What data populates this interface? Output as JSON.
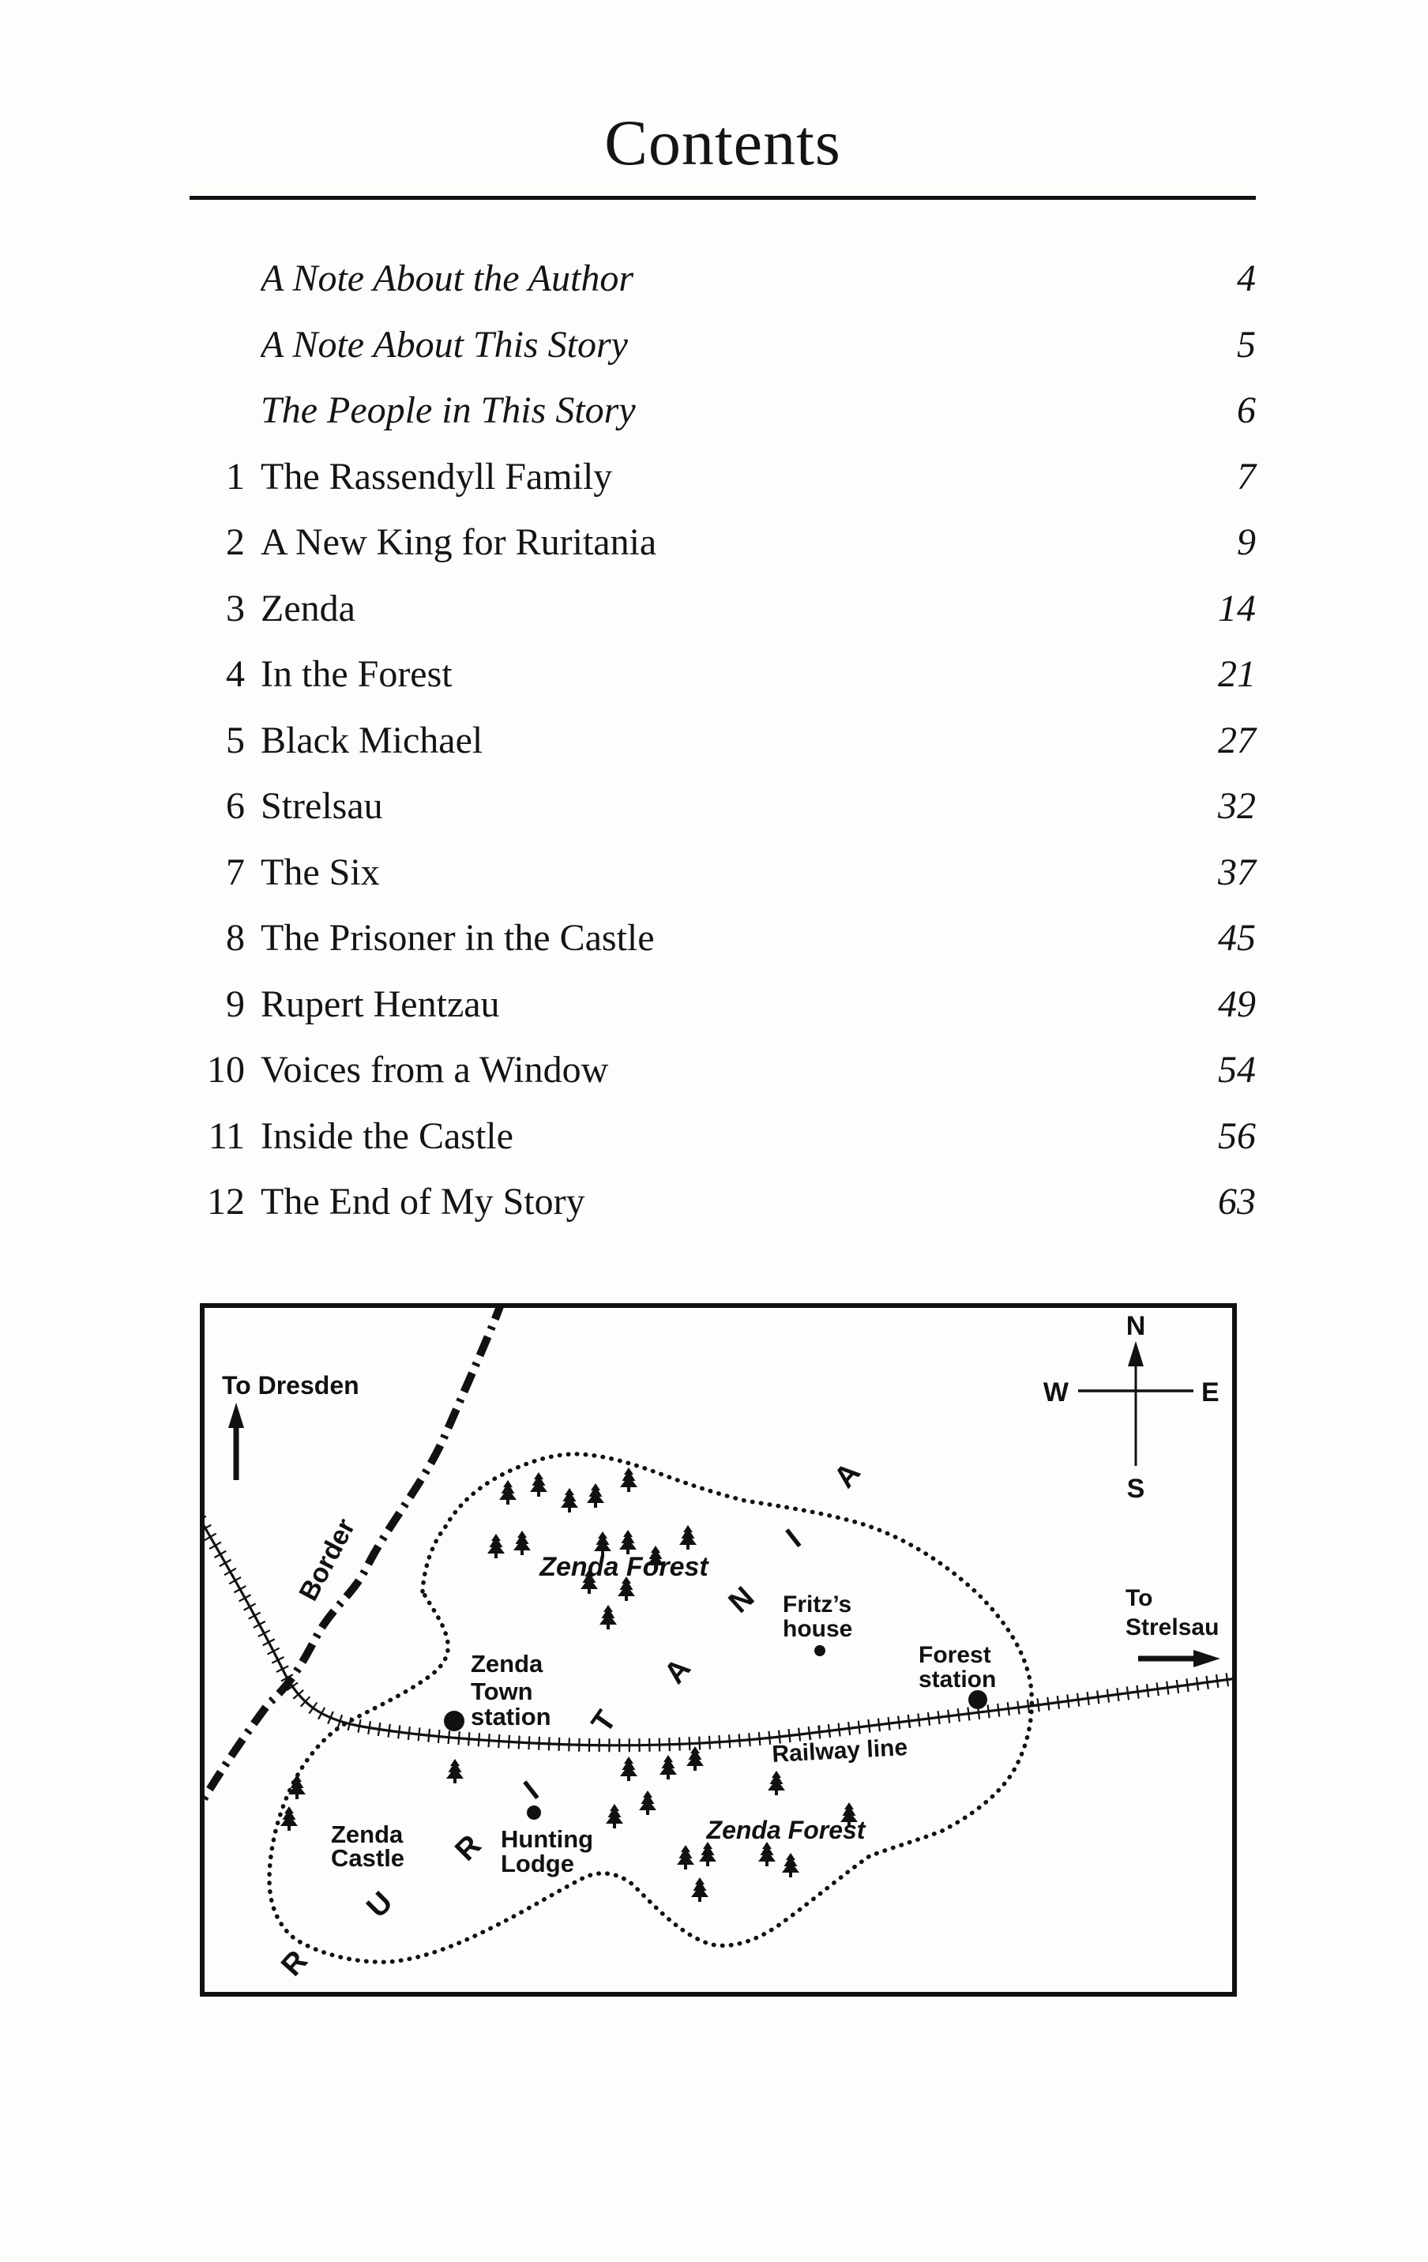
{
  "page": {
    "title": "Contents"
  },
  "toc": {
    "front_matter": [
      {
        "title": "A Note About the Author",
        "page": "4"
      },
      {
        "title": "A Note About This Story",
        "page": "5"
      },
      {
        "title": "The People in This Story",
        "page": "6"
      }
    ],
    "chapters": [
      {
        "num": "1",
        "title": "The Rassendyll Family",
        "page": "7"
      },
      {
        "num": "2",
        "title": "A New King for Ruritania",
        "page": "9"
      },
      {
        "num": "3",
        "title": "Zenda",
        "page": "14"
      },
      {
        "num": "4",
        "title": "In the Forest",
        "page": "21"
      },
      {
        "num": "5",
        "title": "Black Michael",
        "page": "27"
      },
      {
        "num": "6",
        "title": "Strelsau",
        "page": "32"
      },
      {
        "num": "7",
        "title": "The Six",
        "page": "37"
      },
      {
        "num": "8",
        "title": "The Prisoner in the Castle",
        "page": "45"
      },
      {
        "num": "9",
        "title": "Rupert Hentzau",
        "page": "49"
      },
      {
        "num": "10",
        "title": "Voices from a Window",
        "page": "54"
      },
      {
        "num": "11",
        "title": "Inside the Castle",
        "page": "56"
      },
      {
        "num": "12",
        "title": "The End of My Story",
        "page": "63"
      }
    ]
  },
  "map": {
    "ink_color": "#111111",
    "to_dresden": "To Dresden",
    "border": "Border",
    "compass": {
      "n": "N",
      "w": "W",
      "e": "E",
      "s": "S"
    },
    "zenda_forest_north": "Zenda Forest",
    "zenda_forest_south": "Zenda Forest",
    "fritzs_house": [
      "Fritz’s",
      "house"
    ],
    "forest_station": [
      "Forest",
      "station"
    ],
    "zenda_town_station": [
      "Zenda",
      "Town",
      "station"
    ],
    "zenda_castle": [
      "Zenda",
      "Castle"
    ],
    "hunting_lodge": [
      "Hunting",
      "Lodge"
    ],
    "railway_line": "Railway line",
    "to_strelsau": [
      "To",
      "Strelsau"
    ],
    "ruritania": [
      "R",
      "U",
      "R",
      "I",
      "T",
      "A",
      "N",
      "I",
      "A"
    ]
  }
}
